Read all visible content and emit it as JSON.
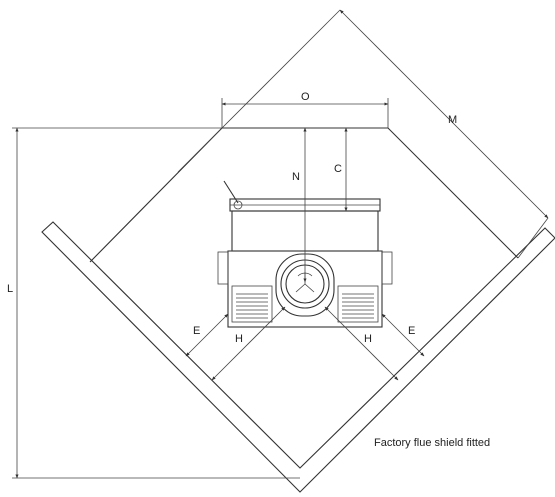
{
  "labels": {
    "O": "O",
    "M": "M",
    "N": "N",
    "C": "C",
    "L": "L",
    "E_left": "E",
    "E_right": "E",
    "H_left": "H",
    "H_right": "H"
  },
  "note": "Factory flue shield fitted"
}
